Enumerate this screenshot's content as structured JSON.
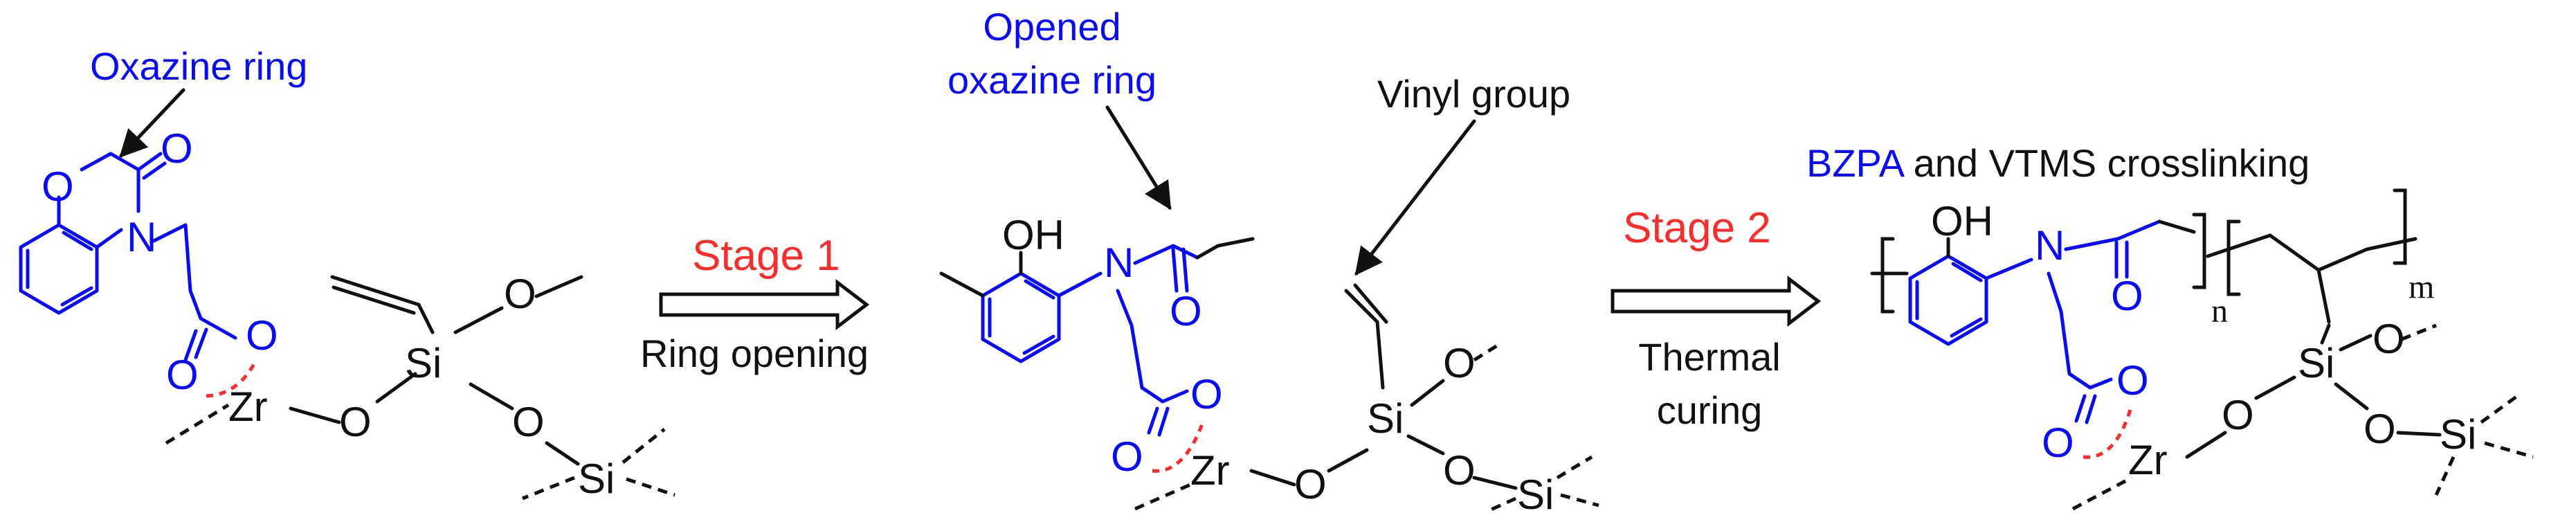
{
  "colors": {
    "accent_blue": "#0a0aff",
    "stage_red": "#ff2a2a",
    "ink": "#111111"
  },
  "structure1": {
    "callout": "Oxazine ring",
    "atoms": {
      "O_ring": "O",
      "O_carbonyl": "O",
      "N": "N",
      "O_carboxy1": "O",
      "O_carboxy2": "O",
      "Zr": "Zr",
      "O_zr": "O",
      "Si": "Si",
      "O_top": "O",
      "O_bottom": "O",
      "Si_bottom": "Si"
    }
  },
  "stage1": {
    "label": "Stage 1",
    "caption": "Ring opening"
  },
  "structure2": {
    "callout_line1": "Opened",
    "callout_line2": "oxazine ring",
    "callout_vinyl": "Vinyl group",
    "atoms": {
      "OH": "OH",
      "N": "N",
      "O_carbonyl": "O",
      "O_carboxy1": "O",
      "O_carboxy2": "O",
      "Zr": "Zr",
      "O_zr": "O",
      "Si": "Si",
      "O_top": "O",
      "O_bottom": "O",
      "Si_bottom": "Si"
    }
  },
  "stage2": {
    "label": "Stage 2",
    "caption_line1": "Thermal",
    "caption_line2": "curing"
  },
  "structure3": {
    "title_blue": "BZPA",
    "title_rest": " and VTMS crosslinking",
    "atoms": {
      "OH": "OH",
      "N": "N",
      "O_carbonyl": "O",
      "O_carboxy1": "O",
      "O_carboxy2": "O",
      "Zr": "Zr",
      "O_zr": "O",
      "Si": "Si",
      "O_top": "O",
      "O_bottom": "O",
      "Si_bottom": "Si"
    },
    "subscript_n": "n",
    "subscript_m": "m"
  }
}
